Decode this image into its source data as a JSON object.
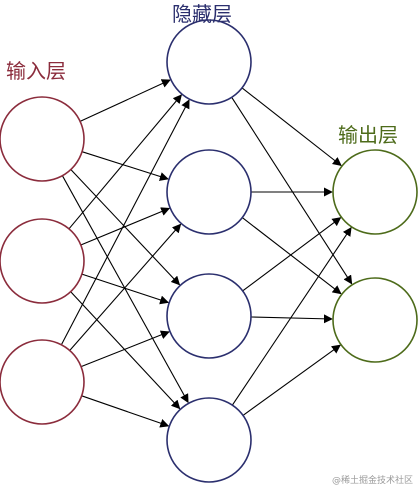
{
  "labels": {
    "input": "输入层",
    "hidden": "隐藏层",
    "output": "输出层"
  },
  "colors": {
    "input": "#8b2c3c",
    "hidden": "#2b2f6e",
    "output": "#4d6b1a",
    "edge": "#000000"
  },
  "layers": {
    "input": {
      "node_count": 3
    },
    "hidden": {
      "node_count": 4
    },
    "output": {
      "node_count": 2
    }
  },
  "connections": "fully-connected",
  "watermark": "@稀土掘金技术社区"
}
